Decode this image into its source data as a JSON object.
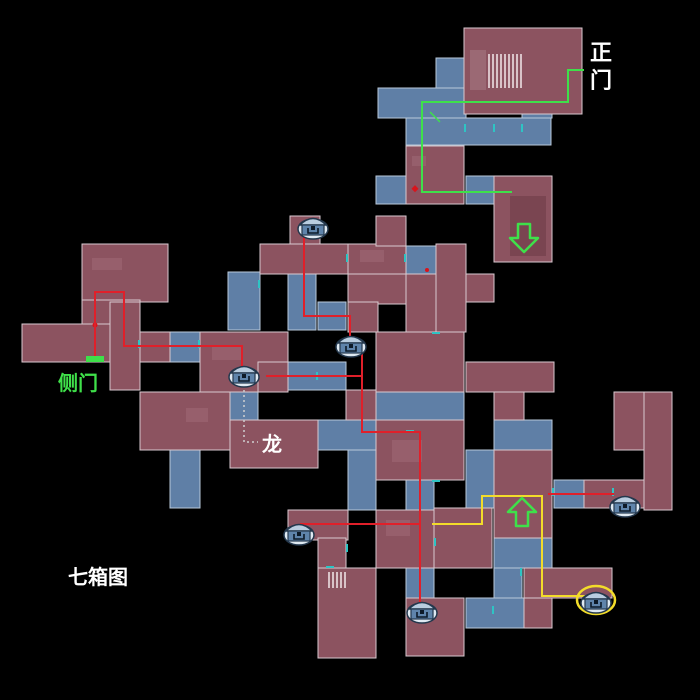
{
  "labels": {
    "main_gate": "正门",
    "side_gate": "侧门",
    "dragon": "龙",
    "map_title": "七箱图"
  },
  "colors": {
    "room_red": "#8c5360",
    "room_blue": "#5f7fa6",
    "room_border": "#d8c9cf",
    "route_red": "#e0202a",
    "route_green": "#3ee04a",
    "route_yellow": "#f2dc2a",
    "background": "#000000"
  },
  "chests": {
    "count": 7,
    "icon": "treasure-chest-icon",
    "highlighted": "yellow-route-chest"
  },
  "arrows": [
    {
      "name": "entrance-arrow",
      "direction": "down",
      "icon": "arrow-down-icon"
    },
    {
      "name": "exit-arrow",
      "direction": "up",
      "icon": "arrow-up-icon"
    }
  ]
}
